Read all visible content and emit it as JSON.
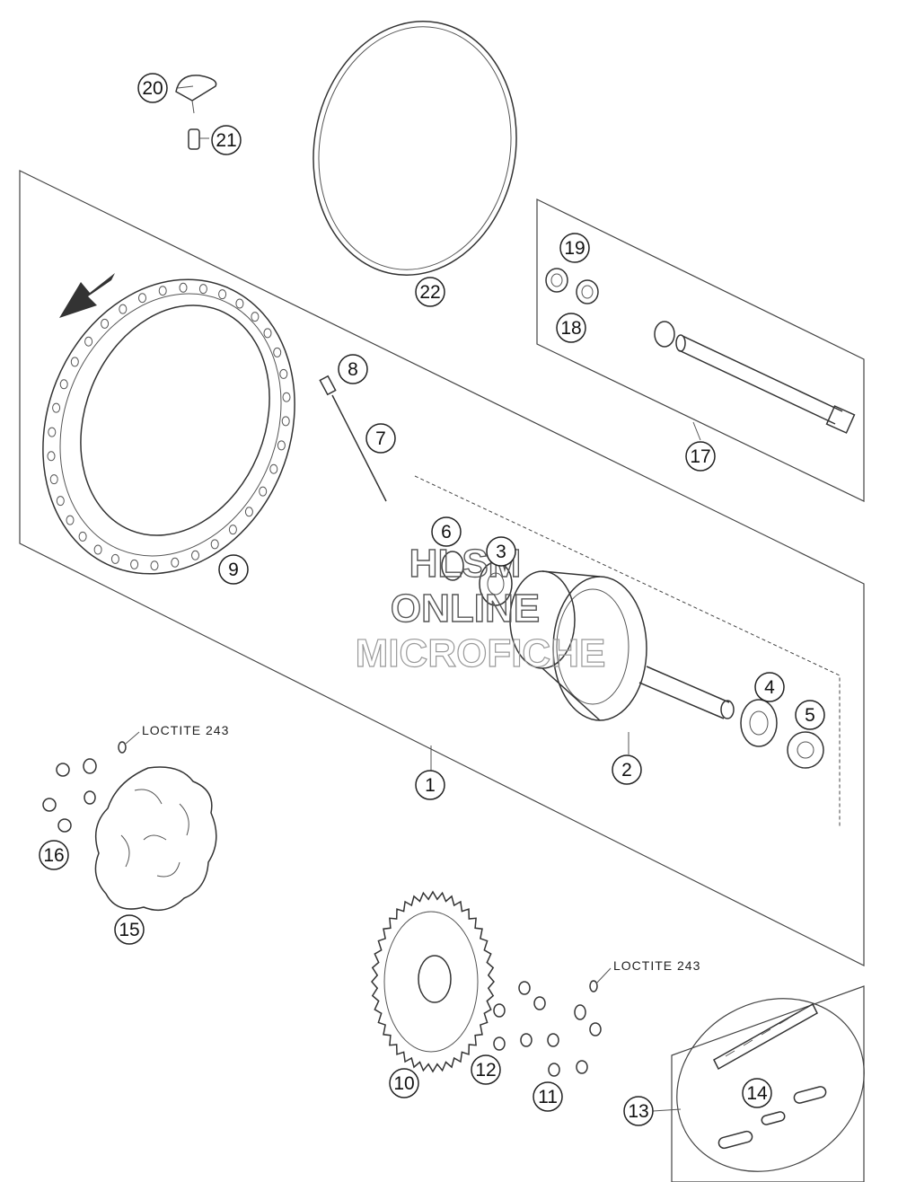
{
  "callouts": [
    {
      "label": "20"
    },
    {
      "label": "21"
    },
    {
      "label": "22"
    },
    {
      "label": "19"
    },
    {
      "label": "18"
    },
    {
      "label": "17"
    },
    {
      "label": "8"
    },
    {
      "label": "7"
    },
    {
      "label": "9"
    },
    {
      "label": "6"
    },
    {
      "label": "3"
    },
    {
      "label": "4"
    },
    {
      "label": "5"
    },
    {
      "label": "2"
    },
    {
      "label": "1"
    },
    {
      "label": "16"
    },
    {
      "label": "15"
    },
    {
      "label": "10"
    },
    {
      "label": "12"
    },
    {
      "label": "11"
    },
    {
      "label": "13"
    },
    {
      "label": "14"
    }
  ],
  "notes": {
    "loctite_brake": "LOCTITE 243",
    "loctite_sprocket": "LOCTITE 243"
  },
  "watermark": {
    "line1": "HLSM",
    "line2": "ONLINE",
    "line3": "MICROFICHE"
  }
}
